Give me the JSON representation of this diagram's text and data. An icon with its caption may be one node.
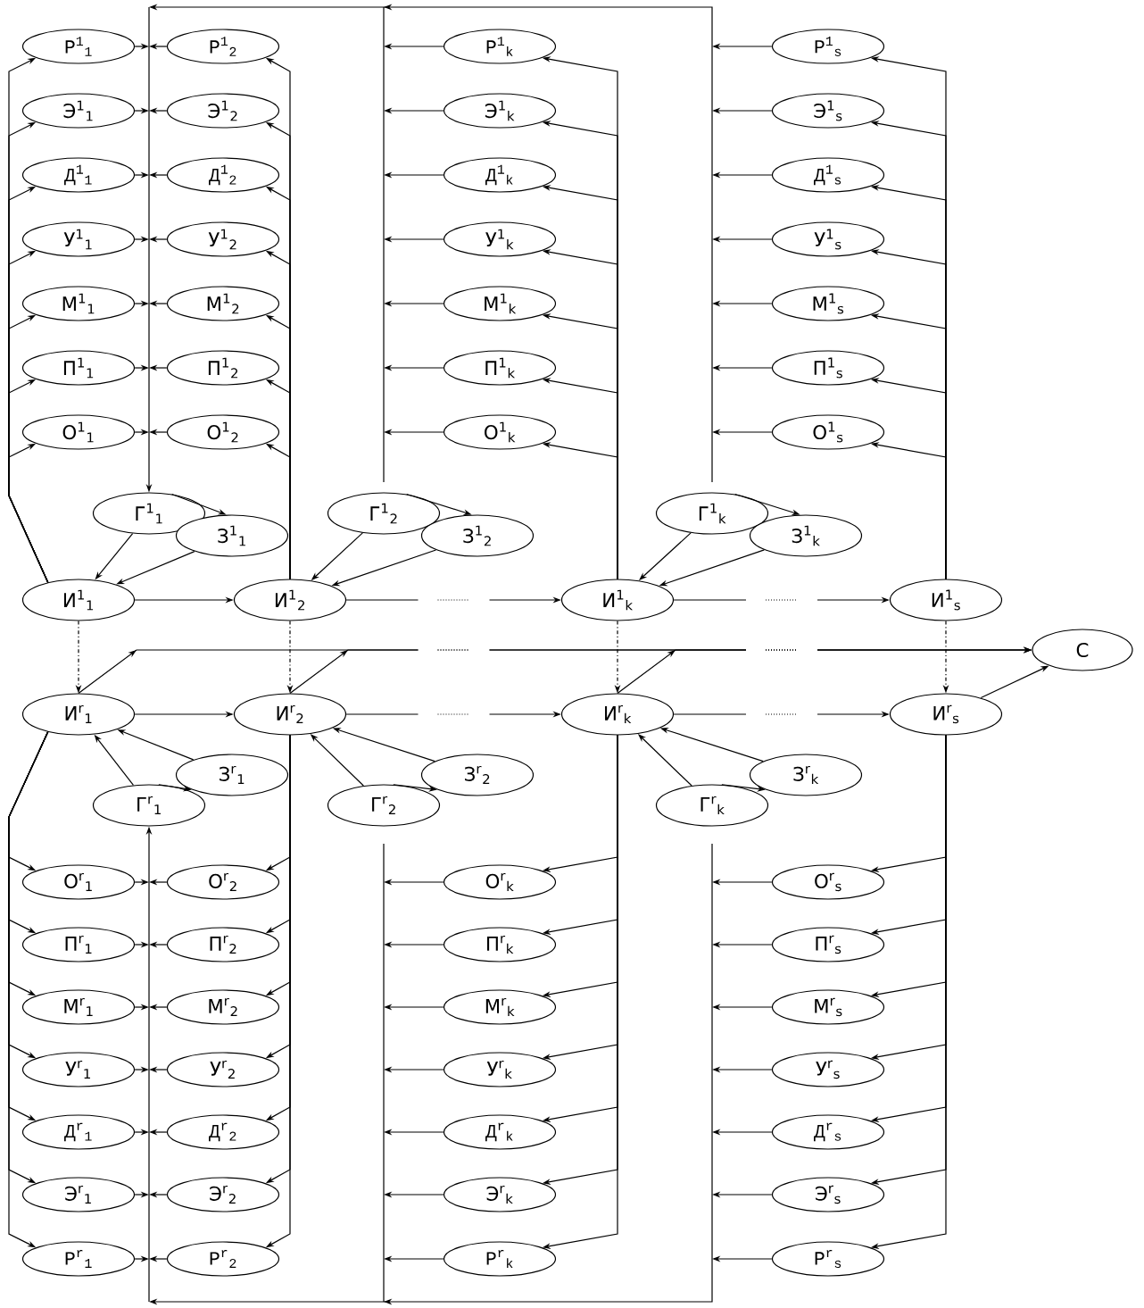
{
  "diagram": {
    "nodes": [
      {
        "text": [
          "Р$^{1}$$_{1}$"
        ]
      },
      {
        "text": [
          "Р$^{1}$$_{2}$"
        ]
      },
      {
        "text": [
          "Р$^{1}$$_{k}$"
        ]
      },
      {
        "text": [
          "Р$^{1}$$_{s}$"
        ]
      },
      {
        "text": [
          "Э$^{1}$$_{1}$"
        ]
      },
      {
        "text": [
          "Э$^{1}$$_{2}$"
        ]
      },
      {
        "text": [
          "Э$^{1}$$_{k}$"
        ]
      },
      {
        "text": [
          "Э$^{1}$$_{s}$"
        ]
      },
      {
        "text": [
          "Д$^{1}$$_{1}$"
        ]
      },
      {
        "text": [
          "Д$^{1}$$_{2}$"
        ]
      },
      {
        "text": [
          "Д$^{1}$$_{k}$"
        ]
      },
      {
        "text": [
          "Д$^{1}$$_{s}$"
        ]
      },
      {
        "text": [
          "У$^{1}$$_{1}$"
        ]
      },
      {
        "text": [
          "У$^{1}$$_{2}$"
        ]
      },
      {
        "text": [
          "У$^{1}$$_{k}$"
        ]
      },
      {
        "text": [
          "У$^{1}$$_{s}$"
        ]
      },
      {
        "text": [
          "М$^{1}$$_{1}$"
        ]
      },
      {
        "text": [
          "М$^{1}$$_{2}$"
        ]
      },
      {
        "text": [
          "М$^{1}$$_{k}$"
        ]
      },
      {
        "text": [
          "М$^{1}$$_{s}$"
        ]
      },
      {
        "text": [
          "П$^{1}$$_{1}$"
        ]
      },
      {
        "text": [
          "П$^{1}$$_{2}$"
        ]
      },
      {
        "text": [
          "П$^{1}$$_{k}$"
        ]
      },
      {
        "text": [
          "П$^{1}$$_{s}$"
        ]
      },
      {
        "text": [
          "О$^{1}$$_{1}$"
        ]
      },
      {
        "text": [
          "О$^{1}$$_{2}$"
        ]
      },
      {
        "text": [
          "О$^{1}$$_{k}$"
        ]
      },
      {
        "text": [
          "О$^{1}$$_{s}$"
        ]
      },
      {
        "text": [
          "Г$^{1}$$_{1}$"
        ]
      },
      {
        "text": [
          "Г$^{1}$$_{2}$"
        ]
      },
      {
        "text": [
          "Г$^{1}$$_{k}$"
        ]
      },
      {
        "text": [
          "З$^{1}$$_{1}$"
        ]
      },
      {
        "text": [
          "З$^{1}$$_{2}$"
        ]
      },
      {
        "text": [
          "З$^{1}$$_{k}$"
        ]
      },
      {
        "text": [
          "И$^{1}$$_{1}$"
        ]
      },
      {
        "text": [
          "И$^{1}$$_{2}$"
        ]
      },
      {
        "text": [
          "И$^{1}$$_{k}$"
        ]
      },
      {
        "text": [
          "И$^{1}$$_{s}$"
        ]
      },
      {
        "text": [
          "С"
        ]
      },
      {
        "text": [
          "И$^{r}$$_{1}$"
        ]
      },
      {
        "text": [
          "И$^{r}$$_{2}$"
        ]
      },
      {
        "text": [
          "И$^{r}$$_{k}$"
        ]
      },
      {
        "text": [
          "И$^{r}$$_{s}$"
        ]
      },
      {
        "text": [
          "З$^{r}$$_{1}$"
        ]
      },
      {
        "text": [
          "З$^{r}$$_{2}$"
        ]
      },
      {
        "text": [
          "З$^{r}$$_{k}$"
        ]
      },
      {
        "text": [
          "Г$^{r}$$_{1}$"
        ]
      },
      {
        "text": [
          "Г$^{r}$$_{2}$"
        ]
      },
      {
        "text": [
          "Г$^{r}$$_{k}$"
        ]
      },
      {
        "text": [
          "О$^{r}$$_{1}$"
        ]
      },
      {
        "text": [
          "О$^{r}$$_{2}$"
        ]
      },
      {
        "text": [
          "О$^{r}$$_{k}$"
        ]
      },
      {
        "text": [
          "О$^{r}$$_{s}$"
        ]
      },
      {
        "text": [
          "П$^{r}$$_{1}$"
        ]
      },
      {
        "text": [
          "П$^{r}$$_{2}$"
        ]
      },
      {
        "text": [
          "П$^{r}$$_{k}$"
        ]
      },
      {
        "text": [
          "П$^{r}$$_{s}$"
        ]
      },
      {
        "text": [
          "М$^{r}$$_{1}$"
        ]
      },
      {
        "text": [
          "М$^{r}$$_{2}$"
        ]
      },
      {
        "text": [
          "М$^{r}$$_{k}$"
        ]
      },
      {
        "text": [
          "М$^{r}$$_{s}$"
        ]
      },
      {
        "text": [
          "У$^{r}$$_{1}$"
        ]
      },
      {
        "text": [
          "У$^{r}$$_{2}$"
        ]
      },
      {
        "text": [
          "У$^{r}$$_{k}$"
        ]
      },
      {
        "text": [
          "У$^{r}$$_{s}$"
        ]
      },
      {
        "text": [
          "Д$^{r}$$_{1}$"
        ]
      },
      {
        "text": [
          "Д$^{r}$$_{2}$"
        ]
      },
      {
        "text": [
          "Д$^{r}$$_{k}$"
        ]
      },
      {
        "text": [
          "Д$^{r}$$_{s}$"
        ]
      },
      {
        "text": [
          "Э$^{r}$$_{1}$"
        ]
      },
      {
        "text": [
          "Э$^{r}$$_{2}$"
        ]
      },
      {
        "text": [
          "Э$^{r}$$_{k}$"
        ]
      },
      {
        "text": [
          "Э$^{r}$$_{s}$"
        ]
      },
      {
        "text": [
          "Р$^{r}$$_{1}$"
        ]
      },
      {
        "text": [
          "Р$^{r}$$_{2}$"
        ]
      },
      {
        "text": [
          "Р$^{r}$$_{k}$"
        ]
      },
      {
        "text": [
          "Р$^{r}$$_{s}$"
        ]
      }
    ],
    "edges": [
      {
        "from": 34,
        "to": 0,
        "arrow": "to"
      },
      {
        "from": 35,
        "to": 1,
        "arrow": "to"
      },
      {
        "from": 36,
        "to": 2,
        "arrow": "to"
      },
      {
        "from": 37,
        "to": 3,
        "arrow": "to"
      },
      {
        "from": 34,
        "to": 4,
        "arrow": "to"
      },
      {
        "from": 35,
        "to": 5,
        "arrow": "to"
      },
      {
        "from": 36,
        "to": 6,
        "arrow": "to"
      },
      {
        "from": 37,
        "to": 7,
        "arrow": "to"
      },
      {
        "from": 34,
        "to": 8,
        "arrow": "to"
      },
      {
        "from": 35,
        "to": 9,
        "arrow": "to"
      },
      {
        "from": 36,
        "to": 10,
        "arrow": "to"
      },
      {
        "from": 37,
        "to": 11,
        "arrow": "to"
      },
      {
        "from": 34,
        "to": 12,
        "arrow": "to"
      },
      {
        "from": 35,
        "to": 13,
        "arrow": "to"
      },
      {
        "from": 36,
        "to": 14,
        "arrow": "to"
      },
      {
        "from": 37,
        "to": 15,
        "arrow": "to"
      },
      {
        "from": 34,
        "to": 16,
        "arrow": "to"
      },
      {
        "from": 35,
        "to": 17,
        "arrow": "to"
      },
      {
        "from": 36,
        "to": 18,
        "arrow": "to"
      },
      {
        "from": 37,
        "to": 19,
        "arrow": "to"
      },
      {
        "from": 34,
        "to": 20,
        "arrow": "to"
      },
      {
        "from": 35,
        "to": 21,
        "arrow": "to"
      },
      {
        "from": 36,
        "to": 22,
        "arrow": "to"
      },
      {
        "from": 37,
        "to": 23,
        "arrow": "to"
      },
      {
        "from": 34,
        "to": 24,
        "arrow": "to"
      },
      {
        "from": 35,
        "to": 25,
        "arrow": "to"
      },
      {
        "from": 36,
        "to": 26,
        "arrow": "to"
      },
      {
        "from": 37,
        "to": 27,
        "arrow": "to"
      },
      {
        "from": 0,
        "to": 28,
        "arrow": "to"
      },
      {
        "from": 1,
        "to": 28,
        "arrow": "to"
      },
      {
        "from": 2,
        "to": 28,
        "arrow": "to"
      },
      {
        "from": 3,
        "to": 28,
        "arrow": "to"
      },
      {
        "from": 4,
        "to": 28,
        "arrow": "to"
      },
      {
        "from": 5,
        "to": 28,
        "arrow": "to"
      },
      {
        "from": 6,
        "to": 28,
        "arrow": "to"
      },
      {
        "from": 7,
        "to": 28,
        "arrow": "to"
      },
      {
        "from": 8,
        "to": 28,
        "arrow": "to"
      },
      {
        "from": 9,
        "to": 28,
        "arrow": "to"
      },
      {
        "from": 10,
        "to": 28,
        "arrow": "to"
      },
      {
        "from": 11,
        "to": 28,
        "arrow": "to"
      },
      {
        "from": 12,
        "to": 28,
        "arrow": "to"
      },
      {
        "from": 13,
        "to": 28,
        "arrow": "to"
      },
      {
        "from": 14,
        "to": 28,
        "arrow": "to"
      },
      {
        "from": 15,
        "to": 28,
        "arrow": "to"
      },
      {
        "from": 16,
        "to": 28,
        "arrow": "to"
      },
      {
        "from": 17,
        "to": 28,
        "arrow": "to"
      },
      {
        "from": 18,
        "to": 28,
        "arrow": "to"
      },
      {
        "from": 19,
        "to": 28,
        "arrow": "to"
      },
      {
        "from": 20,
        "to": 28,
        "arrow": "to"
      },
      {
        "from": 21,
        "to": 28,
        "arrow": "to"
      },
      {
        "from": 22,
        "to": 28,
        "arrow": "to"
      },
      {
        "from": 23,
        "to": 28,
        "arrow": "to"
      },
      {
        "from": 24,
        "to": 28,
        "arrow": "to"
      },
      {
        "from": 25,
        "to": 28,
        "arrow": "to"
      },
      {
        "from": 26,
        "to": 28,
        "arrow": "to"
      },
      {
        "from": 27,
        "to": 28,
        "arrow": "to"
      },
      {
        "from": 28,
        "to": 31,
        "arrow": "to"
      },
      {
        "from": 29,
        "to": 32,
        "arrow": "to"
      },
      {
        "from": 30,
        "to": 33,
        "arrow": "to"
      },
      {
        "from": 28,
        "to": 34,
        "arrow": "to"
      },
      {
        "from": 31,
        "to": 34,
        "arrow": "to"
      },
      {
        "from": 29,
        "to": 35,
        "arrow": "to"
      },
      {
        "from": 32,
        "to": 35,
        "arrow": "to"
      },
      {
        "from": 30,
        "to": 36,
        "arrow": "to"
      },
      {
        "from": 33,
        "to": 36,
        "arrow": "to"
      },
      {
        "from": 34,
        "to": 35,
        "arrow": "to"
      },
      {
        "from": 35,
        "to": 36,
        "arrow": "to",
        "style": "dashed"
      },
      {
        "from": 36,
        "to": 37,
        "arrow": "to",
        "style": "dashed"
      },
      {
        "from": 34,
        "to": 39,
        "arrow": "to",
        "style": "dashed"
      },
      {
        "from": 35,
        "to": 40,
        "arrow": "to",
        "style": "dashed"
      },
      {
        "from": 36,
        "to": 41,
        "arrow": "to",
        "style": "dashed"
      },
      {
        "from": 37,
        "to": 42,
        "arrow": "to",
        "style": "dashed"
      },
      {
        "from": 39,
        "to": 38,
        "arrow": "to",
        "style": "dashed"
      },
      {
        "from": 40,
        "to": 38,
        "arrow": "to",
        "style": "dashed"
      },
      {
        "from": 41,
        "to": 38,
        "arrow": "to",
        "style": "dashed"
      },
      {
        "from": 42,
        "to": 38,
        "arrow": "to"
      },
      {
        "from": 39,
        "to": 40,
        "arrow": "to"
      },
      {
        "from": 40,
        "to": 41,
        "arrow": "to",
        "style": "dashed"
      },
      {
        "from": 41,
        "to": 42,
        "arrow": "to",
        "style": "dashed"
      },
      {
        "from": 46,
        "to": 43,
        "arrow": "to"
      },
      {
        "from": 47,
        "to": 44,
        "arrow": "to"
      },
      {
        "from": 48,
        "to": 45,
        "arrow": "to"
      },
      {
        "from": 46,
        "to": 39,
        "arrow": "to"
      },
      {
        "from": 43,
        "to": 39,
        "arrow": "to"
      },
      {
        "from": 47,
        "to": 40,
        "arrow": "to"
      },
      {
        "from": 44,
        "to": 40,
        "arrow": "to"
      },
      {
        "from": 48,
        "to": 41,
        "arrow": "to"
      },
      {
        "from": 45,
        "to": 41,
        "arrow": "to"
      },
      {
        "from": 39,
        "to": 49,
        "arrow": "to"
      },
      {
        "from": 40,
        "to": 50,
        "arrow": "to"
      },
      {
        "from": 41,
        "to": 51,
        "arrow": "to"
      },
      {
        "from": 42,
        "to": 52,
        "arrow": "to"
      },
      {
        "from": 39,
        "to": 53,
        "arrow": "to"
      },
      {
        "from": 40,
        "to": 54,
        "arrow": "to"
      },
      {
        "from": 41,
        "to": 55,
        "arrow": "to"
      },
      {
        "from": 42,
        "to": 56,
        "arrow": "to"
      },
      {
        "from": 39,
        "to": 57,
        "arrow": "to"
      },
      {
        "from": 40,
        "to": 58,
        "arrow": "to"
      },
      {
        "from": 41,
        "to": 59,
        "arrow": "to"
      },
      {
        "from": 42,
        "to": 60,
        "arrow": "to"
      },
      {
        "from": 39,
        "to": 61,
        "arrow": "to"
      },
      {
        "from": 40,
        "to": 62,
        "arrow": "to"
      },
      {
        "from": 41,
        "to": 63,
        "arrow": "to"
      },
      {
        "from": 42,
        "to": 64,
        "arrow": "to"
      },
      {
        "from": 39,
        "to": 65,
        "arrow": "to"
      },
      {
        "from": 40,
        "to": 66,
        "arrow": "to"
      },
      {
        "from": 41,
        "to": 67,
        "arrow": "to"
      },
      {
        "from": 42,
        "to": 68,
        "arrow": "to"
      },
      {
        "from": 39,
        "to": 69,
        "arrow": "to"
      },
      {
        "from": 40,
        "to": 70,
        "arrow": "to"
      },
      {
        "from": 41,
        "to": 71,
        "arrow": "to"
      },
      {
        "from": 42,
        "to": 72,
        "arrow": "to"
      },
      {
        "from": 39,
        "to": 73,
        "arrow": "to"
      },
      {
        "from": 40,
        "to": 74,
        "arrow": "to"
      },
      {
        "from": 41,
        "to": 75,
        "arrow": "to"
      },
      {
        "from": 42,
        "to": 76,
        "arrow": "to"
      },
      {
        "from": 49,
        "to": 46,
        "arrow": "to"
      },
      {
        "from": 50,
        "to": 46,
        "arrow": "to"
      },
      {
        "from": 51,
        "to": 46,
        "arrow": "to"
      },
      {
        "from": 52,
        "to": 46,
        "arrow": "to"
      },
      {
        "from": 53,
        "to": 46,
        "arrow": "to"
      },
      {
        "from": 54,
        "to": 46,
        "arrow": "to"
      },
      {
        "from": 55,
        "to": 46,
        "arrow": "to"
      },
      {
        "from": 56,
        "to": 46,
        "arrow": "to"
      },
      {
        "from": 57,
        "to": 46,
        "arrow": "to"
      },
      {
        "from": 58,
        "to": 46,
        "arrow": "to"
      },
      {
        "from": 59,
        "to": 46,
        "arrow": "to"
      },
      {
        "from": 60,
        "to": 46,
        "arrow": "to"
      },
      {
        "from": 61,
        "to": 46,
        "arrow": "to"
      },
      {
        "from": 62,
        "to": 46,
        "arrow": "to"
      },
      {
        "from": 63,
        "to": 46,
        "arrow": "to"
      },
      {
        "from": 64,
        "to": 46,
        "arrow": "to"
      },
      {
        "from": 65,
        "to": 46,
        "arrow": "to"
      },
      {
        "from": 66,
        "to": 46,
        "arrow": "to"
      },
      {
        "from": 67,
        "to": 46,
        "arrow": "to"
      },
      {
        "from": 68,
        "to": 46,
        "arrow": "to"
      },
      {
        "from": 69,
        "to": 46,
        "arrow": "to"
      },
      {
        "from": 70,
        "to": 46,
        "arrow": "to"
      },
      {
        "from": 71,
        "to": 46,
        "arrow": "to"
      },
      {
        "from": 72,
        "to": 46,
        "arrow": "to"
      },
      {
        "from": 73,
        "to": 46,
        "arrow": "to"
      },
      {
        "from": 74,
        "to": 46,
        "arrow": "to"
      },
      {
        "from": 75,
        "to": 46,
        "arrow": "to"
      },
      {
        "from": 76,
        "to": 46,
        "arrow": "to"
      }
    ]
  }
}
